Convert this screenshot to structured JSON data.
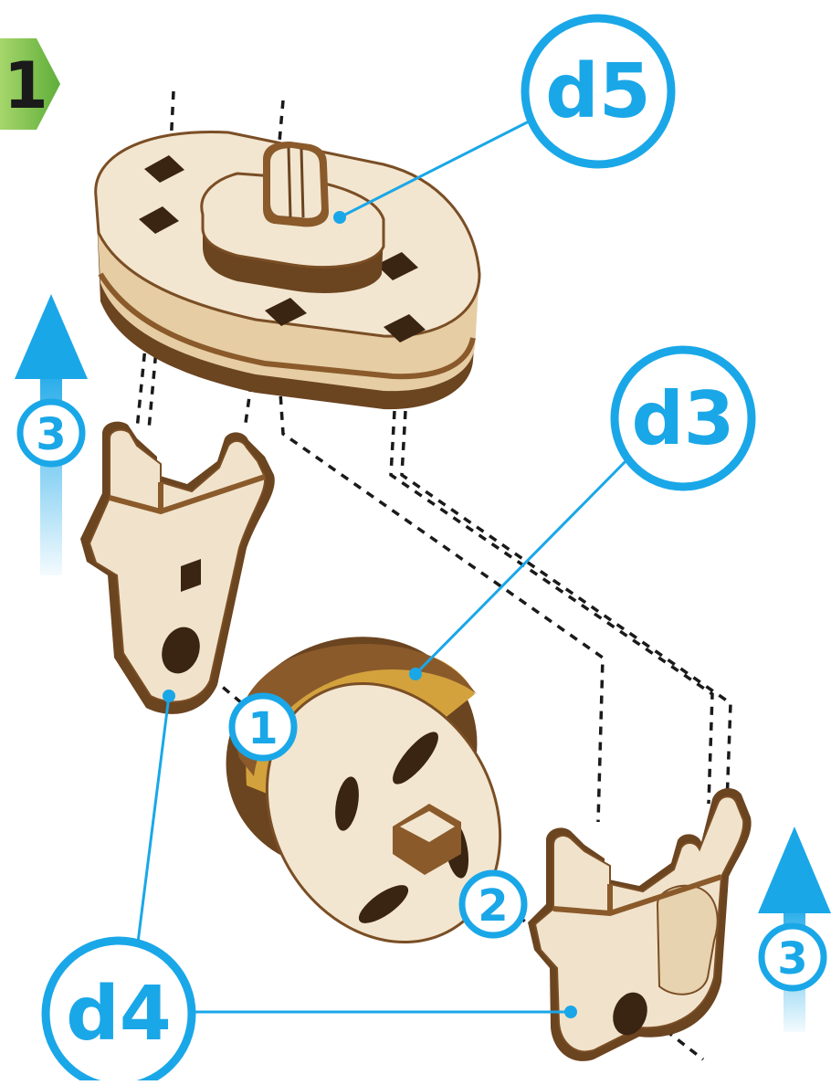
{
  "step": {
    "number": "1"
  },
  "parts": {
    "d5": {
      "label": "d5"
    },
    "d3": {
      "label": "d3"
    },
    "d4": {
      "label": "d4"
    }
  },
  "order": {
    "first": "1",
    "second": "2",
    "third_left": "3",
    "third_right": "3"
  },
  "colors": {
    "accent": "#1aa7e8",
    "step_badge": "#7fc24a",
    "wood_light": "#f1e3cb",
    "wood_dark": "#6b4420",
    "wood_mid": "#a8773f",
    "glue_band": "#d3a23c"
  }
}
